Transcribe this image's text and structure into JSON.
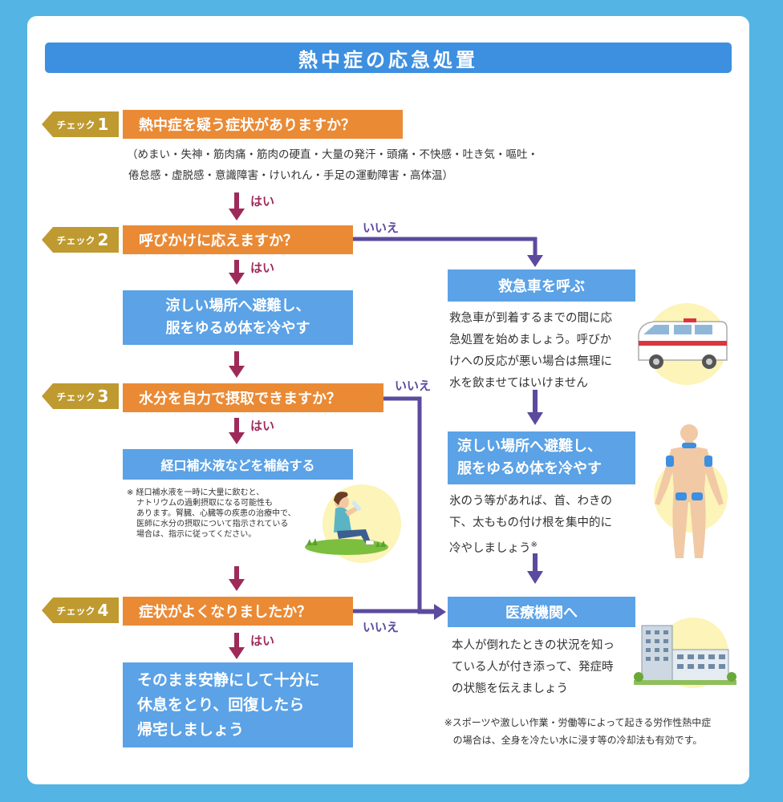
{
  "title": "熱中症の応急処置",
  "check_prefix": "チェック",
  "checks": [
    {
      "num": "1",
      "question": "熱中症を疑う症状がありますか？"
    },
    {
      "num": "2",
      "question": "呼びかけに応えますか？"
    },
    {
      "num": "3",
      "question": "水分を自力で摂取できますか？"
    },
    {
      "num": "4",
      "question": "症状がよくなりましたか？"
    }
  ],
  "symptoms": {
    "line1": "（めまい・失神・筋肉痛・筋肉の硬直・大量の発汗・頭痛・不快感・吐き気・嘔吐・",
    "line2": "倦怠感・虚脱感・意識障害・けいれん・手足の運動障害・高体温）"
  },
  "answers": {
    "yes": "はい",
    "no": "いいえ"
  },
  "left_actions": {
    "cool": {
      "line1": "涼しい場所へ避難し、",
      "line2": "服をゆるめ体を冷やす"
    },
    "hydrate": "経口補水液などを補給する",
    "rest": {
      "line1": "そのまま安静にして十分に",
      "line2": "休息をとり、回復したら",
      "line3": "帰宅しましょう"
    }
  },
  "hydrate_note": [
    "※ 経口補水液を一時に大量に飲むと、",
    "ナトリウムの過剰摂取になる可能性も",
    "あります。腎臓、心臓等の疾患の治療中で、",
    "医師に水分の摂取について指示されている",
    "場合は、指示に従ってください。"
  ],
  "right_actions": {
    "ambulance": {
      "heading": "救急車を呼ぶ",
      "lines": [
        "救急車が到着するまでの間に応",
        "急処置を始めましょう。呼びか",
        "けへの反応が悪い場合は無理に",
        "水を飲ませてはいけません"
      ]
    },
    "cool": {
      "line1": "涼しい場所へ避難し、",
      "line2": "服をゆるめ体を冷やす",
      "lines": [
        "氷のう等があれば、首、わきの",
        "下、太ももの付け根を集中的に",
        "冷やしましょう"
      ],
      "mark": "※"
    },
    "hospital": {
      "heading": "医療機関へ",
      "lines": [
        "本人が倒れたときの状況を知っ",
        "ている人が付き添って、発症時",
        "の状態を伝えましょう"
      ]
    }
  },
  "bottom_note": {
    "line1": "※スポーツや激しい作業・労働等によって起きる労作性熱中症",
    "line2": "の場合は、全身を冷たい水に浸す等の冷却法も有効です。"
  },
  "colors": {
    "background": "#54b4e3",
    "title_bar": "#3d8fe0",
    "check_label": "#bf9a30",
    "question": "#ea8a35",
    "action": "#5ba2e6",
    "yes_arrow": "#9e2a5a",
    "no_arrow": "#5b4a9e",
    "illustration_bg": "#fcf4b8"
  }
}
